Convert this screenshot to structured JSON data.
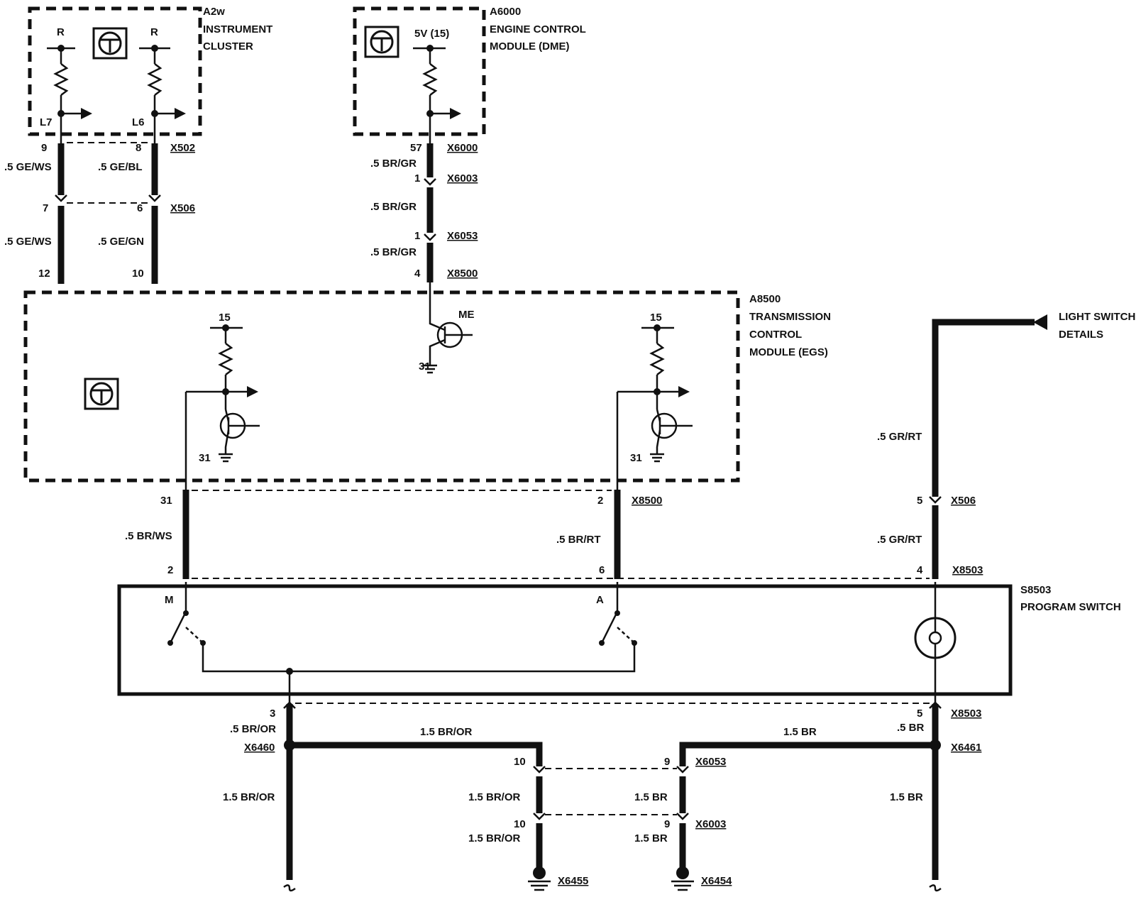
{
  "components": {
    "a2w": {
      "id": "A2w",
      "line1": "INSTRUMENT",
      "line2": "CLUSTER",
      "pin_left": "R",
      "pin_right": "R",
      "term_left": "L7",
      "term_right": "L6"
    },
    "a6000": {
      "id": "A6000",
      "line1": "ENGINE CONTROL",
      "line2": "MODULE (DME)",
      "supply": "5V (15)"
    },
    "a8500": {
      "id": "A8500",
      "line1": "TRANSMISSION",
      "line2": "CONTROL",
      "line3": "MODULE (EGS)",
      "me": "ME",
      "v15_left": "15",
      "v15_right": "15",
      "gnd_me": "31",
      "gnd_left": "31",
      "gnd_right": "31"
    },
    "s8503": {
      "id": "S8503",
      "line1": "PROGRAM SWITCH",
      "m": "M",
      "a": "A"
    },
    "light_switch": {
      "line1": "LIGHT SWITCH",
      "line2": "DETAILS"
    }
  },
  "connectors": {
    "x502": "X502",
    "x506_top": "X506",
    "x6000": "X6000",
    "x6003_top": "X6003",
    "x6053_top": "X6053",
    "x8500_top": "X8500",
    "x8500_mid": "X8500",
    "x506_right": "X506",
    "x8503_top": "X8503",
    "x8503_bottom": "X8503",
    "x6460": "X6460",
    "x6461": "X6461",
    "x6053_bottom": "X6053",
    "x6003_bottom": "X6003",
    "x6455": "X6455",
    "x6454": "X6454"
  },
  "pins": {
    "p9": "9",
    "p8": "8",
    "p7": "7",
    "p6": "6",
    "p12": "12",
    "p10": "10",
    "p57": "57",
    "p1a": "1",
    "p1b": "1",
    "p4": "4",
    "p31": "31",
    "p2a": "2",
    "p2b": "2",
    "p6b": "6",
    "p5a": "5",
    "p4b": "4",
    "p3": "3",
    "p5b": "5",
    "p10a": "10",
    "p9a": "9",
    "p10b": "10",
    "p9b": "9"
  },
  "wires": {
    "w1": ".5 GE/WS",
    "w2": ".5 GE/BL",
    "w3": ".5 GE/WS",
    "w4": ".5 GE/GN",
    "w5": ".5 BR/GR",
    "w6": ".5 BR/GR",
    "w7": ".5 BR/GR",
    "w8": ".5 BR/WS",
    "w9": ".5 BR/RT",
    "w10": ".5 GR/RT",
    "w11": ".5 GR/RT",
    "w12": ".5 BR/OR",
    "w13": "1.5 BR/OR",
    "w14": "1.5 BR",
    "w15": ".5 BR",
    "w16": "1.5 BR/OR",
    "w17": "1.5 BR/OR",
    "w18": "1.5 BR",
    "w19": "1.5 BR",
    "w20": "1.5 BR/OR",
    "w21": "1.5 BR"
  },
  "icons": {
    "steering": "steering-wheel-icon",
    "ground": "ground-icon",
    "transistor": "transistor-icon",
    "resistor": "resistor-icon",
    "lamp": "lamp-icon",
    "arrow": "arrow-icon"
  }
}
